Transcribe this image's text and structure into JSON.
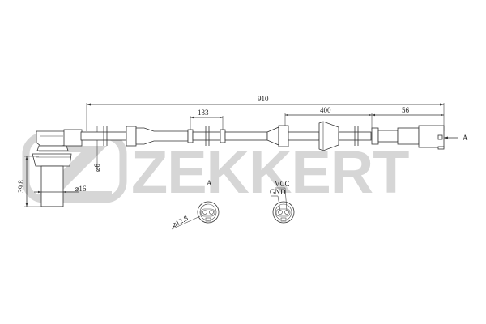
{
  "drawing": {
    "type": "technical-drawing",
    "subject": "ABS wheel speed sensor with cable and connector",
    "brand_watermark": "ZEKKERT",
    "watermark_color": "#d6d6d6",
    "line_color": "#333333"
  },
  "dimensions": {
    "total_length": "910",
    "segment_1": "133",
    "segment_2": "400",
    "segment_3": "56",
    "sensor_height": "39.8",
    "sensor_diameter": "⌀16",
    "cable_diameter": "⌀6",
    "connector_diameter": "⌀12.8"
  },
  "labels": {
    "view_marker": "A",
    "view_arrow_label": "A",
    "pin_vcc": "VCC",
    "pin_gnd": "GND"
  }
}
